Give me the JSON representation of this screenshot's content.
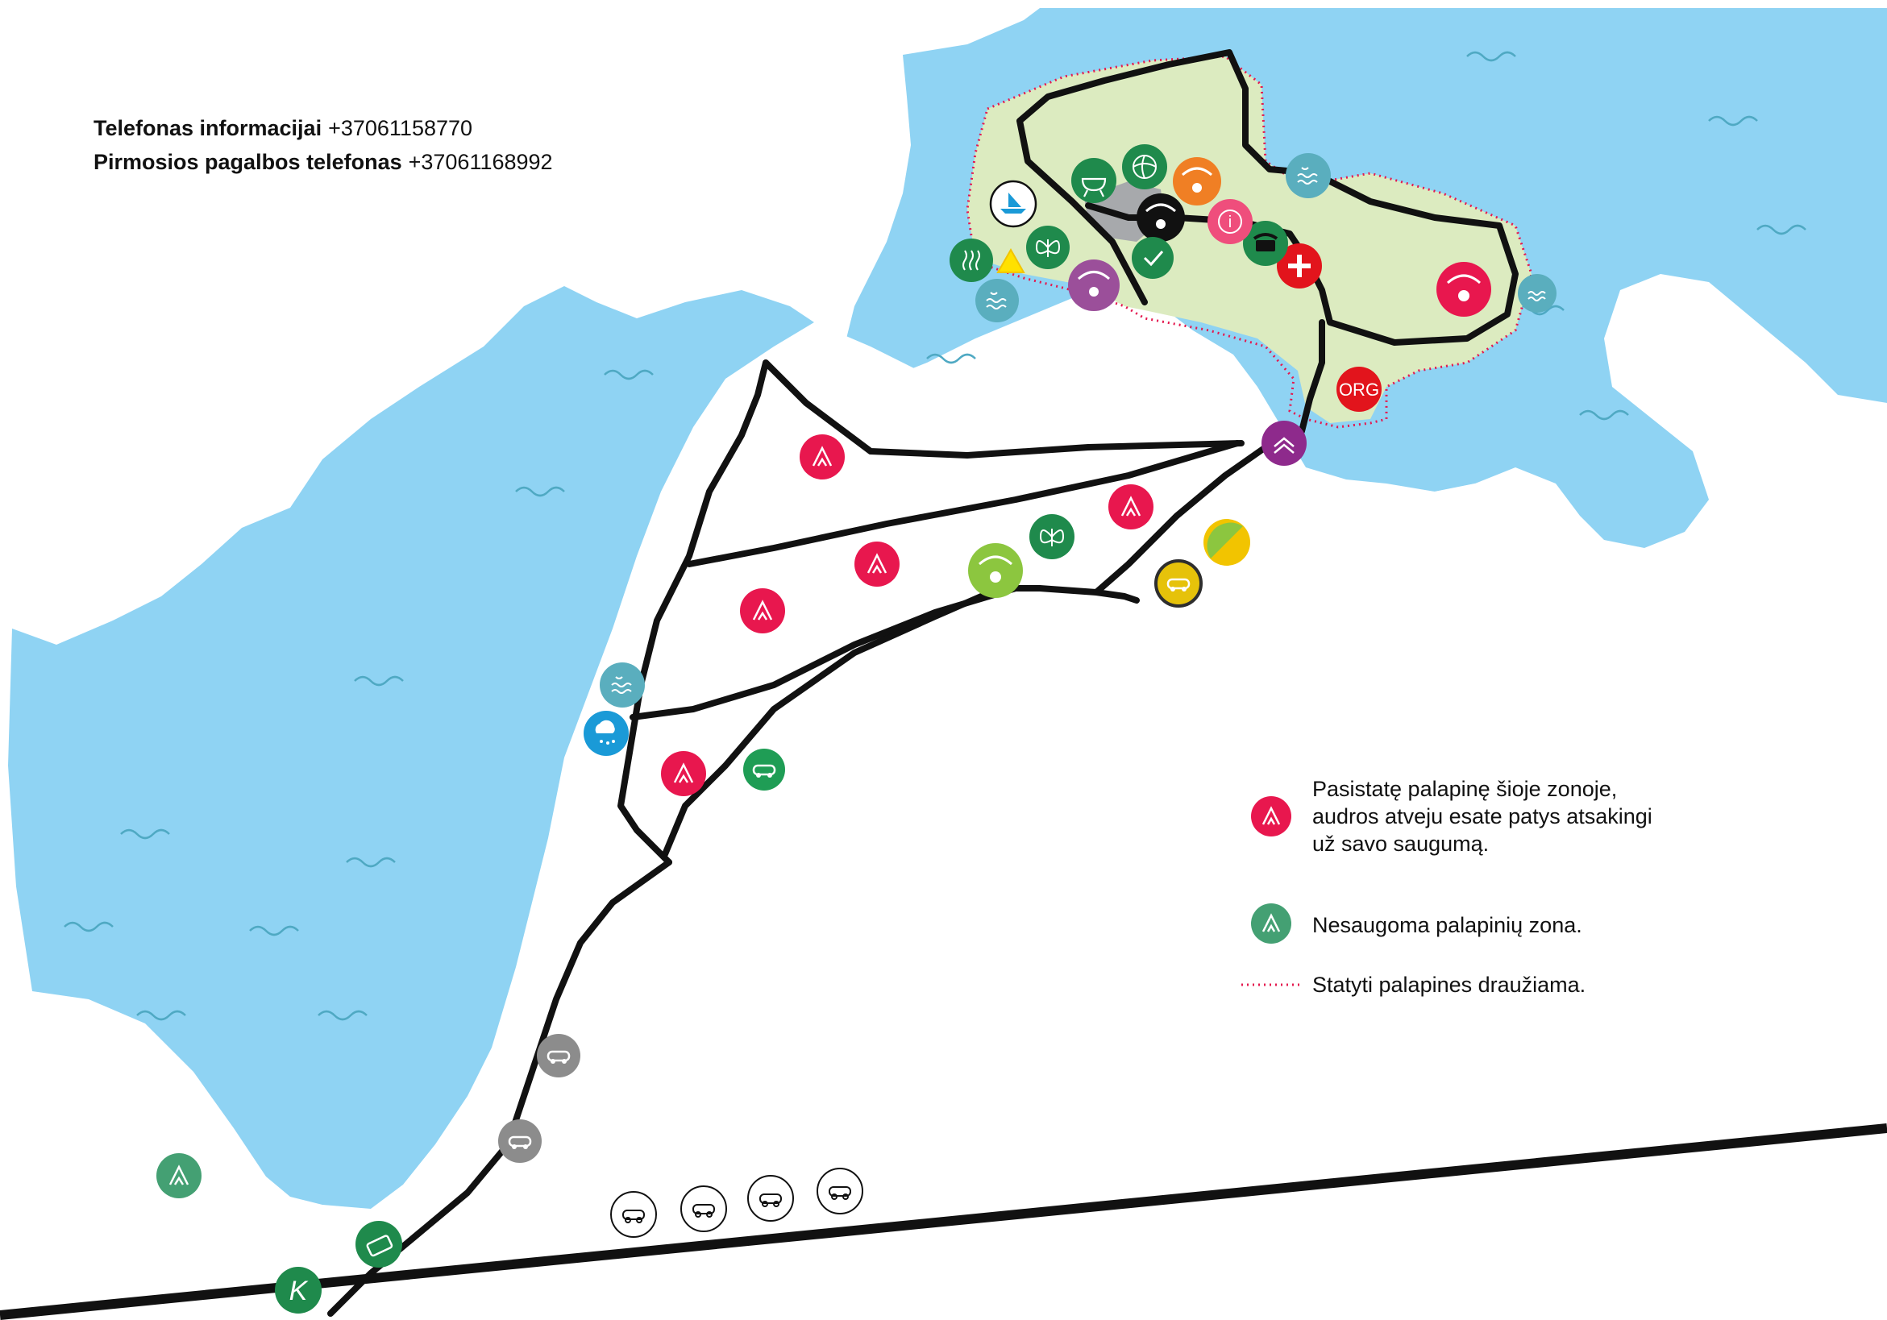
{
  "info_panel": {
    "info_phone_label": "Telefonas informacijai",
    "info_phone_number": "+37061158770",
    "first_aid_label": "Pirmosios pagalbos telefonas",
    "first_aid_number": "+37061168992"
  },
  "legend": {
    "guarded_tent_zone": "Pasistatę palapinę šioje zonoje,\naudros atveju esate patys atsakingi\nuž savo saugumą.",
    "unguarded_tent_zone": "Nesaugoma palapinių zona.",
    "no_tent_line": "Statyti palapines draužiama."
  },
  "map_labels": {
    "org": "ORG",
    "info": "i",
    "parking_k": "K"
  },
  "colors": {
    "water": "#8fd3f3",
    "island": "#dcebc0",
    "road": "#111111",
    "tent_red": "#e8174e",
    "green": "#1f8a4c",
    "tent_green": "#44a073",
    "teal": "#5aaebe",
    "purple": "#9b4f9a",
    "orange": "#f07f24",
    "pink": "#ef4e7c",
    "lime": "#8cc63f",
    "yellow": "#f2c400",
    "gray": "#8c8c8c",
    "blue": "#1a9ad7",
    "dark_purple": "#8e2a8c",
    "red": "#e2141c",
    "no_tent_line": "#e4194f"
  },
  "icons": {
    "tent": "tent-icon",
    "car": "car-icon",
    "bbq": "bbq-icon",
    "ball": "ball-icon",
    "paraglider": "paraglider-icon",
    "info": "info-icon",
    "phone": "phone-icon",
    "first_aid": "first-aid-icon",
    "water_waves": "water-waves-icon",
    "sauna": "sauna-icon",
    "butterfly": "butterfly-icon",
    "check": "check-icon",
    "rain": "rain-icon",
    "boat": "boat-icon",
    "entrance": "entrance-chevron-icon",
    "warning": "warning-triangle-icon"
  }
}
